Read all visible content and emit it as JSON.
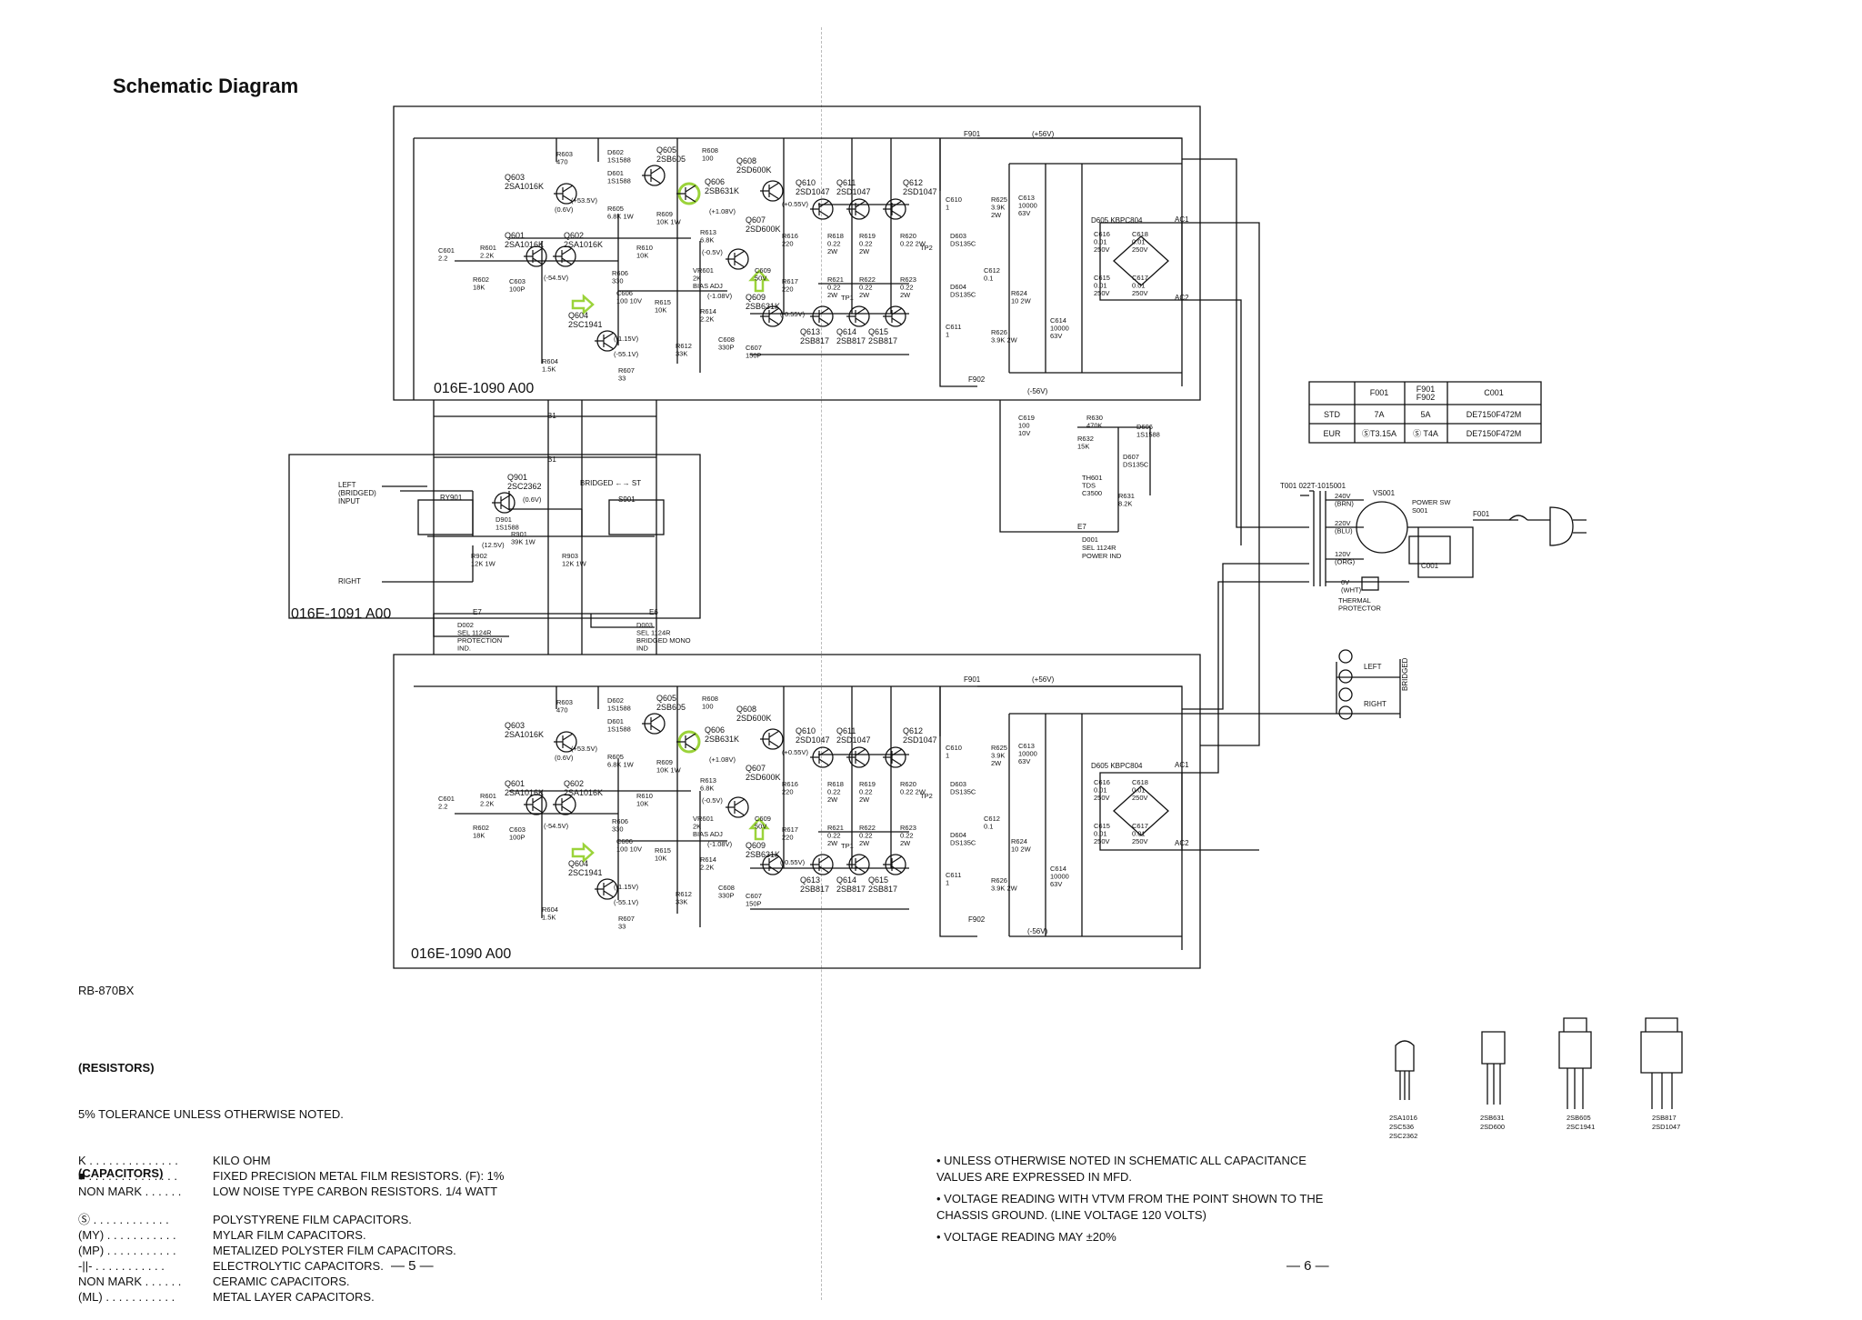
{
  "title": "Schematic Diagram",
  "page_left": "— 5 —",
  "page_right": "— 6 —",
  "model": "RB-870BX",
  "boards": {
    "amp_top": "016E-1090 A00",
    "amp_bottom": "016E-1090 A00",
    "input": "016E-1091 A00"
  },
  "components": {
    "q601": [
      "Q601",
      "2SA1016K"
    ],
    "q602": [
      "Q602",
      "2SA1016K"
    ],
    "q603": [
      "Q603",
      "2SA1016K"
    ],
    "q604": [
      "Q604",
      "2SC1941"
    ],
    "q605": [
      "Q605",
      "2SB605"
    ],
    "q606": [
      "Q606",
      "2SB631K"
    ],
    "q607": [
      "Q607",
      "2SD600K"
    ],
    "q608": [
      "Q608",
      "2SD600K"
    ],
    "q609": [
      "Q609",
      "2SB631K"
    ],
    "q610": [
      "Q610",
      "2SD1047"
    ],
    "q611": [
      "Q611",
      "2SD1047"
    ],
    "q612": [
      "Q612",
      "2SD1047"
    ],
    "q613": [
      "Q613",
      "2SB817"
    ],
    "q614": [
      "Q614",
      "2SB817"
    ],
    "q615": [
      "Q615",
      "2SB817"
    ],
    "q901": [
      "Q901",
      "2SC2362"
    ],
    "d605": "D605  KBPC804",
    "ry901": "RY901",
    "s901": "S901",
    "d001": [
      "D001",
      "SEL 1124R",
      "POWER IND"
    ],
    "d002": [
      "D002",
      "SEL 1124R",
      "PROTECTION",
      "IND."
    ],
    "d003": [
      "D003",
      "SEL 1124R",
      "BRIDGED MONO",
      "IND"
    ],
    "t001": "T001  022T-1015001",
    "vs001": "VS001",
    "s001": [
      "POWER SW",
      "S001"
    ],
    "f001": "F001",
    "c001": "C001",
    "thermal": [
      "THERMAL",
      "PROTECTOR"
    ],
    "th601": [
      "TH601",
      "TDS",
      "C3500"
    ],
    "f901": "F901",
    "f902": "F902",
    "v_pos": "(+56V)",
    "v_neg": "(-56V)",
    "tap_240": [
      "240V",
      "(BRN)"
    ],
    "tap_220": [
      "220V",
      "(BLU)"
    ],
    "tap_120": [
      "120V",
      "(ORG)"
    ],
    "tap_0": [
      "0V",
      "(WHT)"
    ],
    "left_in": [
      "LEFT",
      "(BRIDGED)",
      "INPUT"
    ],
    "right_in": "RIGHT",
    "bridged_st": "BRIDGED ←→ ST",
    "out_left": "LEFT",
    "out_right": "RIGHT",
    "out_bridged": "BRIDGED",
    "ac1": "AC1",
    "ac2": "AC2",
    "b1": "B1",
    "e7": "E7",
    "e6": "E6",
    "r601": [
      "R601",
      "2.2K"
    ],
    "r602": [
      "R602",
      "18K"
    ],
    "r603": [
      "R603",
      "470"
    ],
    "r604": [
      "R604",
      "1.5K"
    ],
    "r605": [
      "R605",
      "6.8K 1W"
    ],
    "r606": [
      "R606",
      "330"
    ],
    "r607": [
      "R607",
      "33"
    ],
    "r608": [
      "R608",
      "100"
    ],
    "r609": [
      "R609",
      "10K 1W"
    ],
    "r610": [
      "R610",
      "10K"
    ],
    "r612": [
      "R612",
      "33K"
    ],
    "r613": [
      "R613",
      "6.8K"
    ],
    "r614": [
      "R614",
      "2.2K"
    ],
    "r615": [
      "R615",
      "10K"
    ],
    "r616": [
      "R616",
      "220"
    ],
    "r617": [
      "R617",
      "220"
    ],
    "r618": [
      "R618",
      "0.22",
      "2W"
    ],
    "r619": [
      "R619",
      "0.22",
      "2W"
    ],
    "r620": [
      "R620",
      "0.22 2W"
    ],
    "r621": [
      "R621",
      "0.22",
      "2W"
    ],
    "r622": [
      "R622",
      "0.22",
      "2W"
    ],
    "r623": [
      "R623",
      "0.22",
      "2W"
    ],
    "r624": [
      "R624",
      "10 2W"
    ],
    "r625": [
      "R625",
      "3.9K",
      "2W"
    ],
    "r626": [
      "R626",
      "3.9K 2W"
    ],
    "r630": [
      "R630",
      "470K"
    ],
    "r631": [
      "R631",
      "8.2K"
    ],
    "r632": [
      "R632",
      "15K"
    ],
    "r901": [
      "R901",
      "39K 1W"
    ],
    "r902": [
      "R902",
      "12K 1W"
    ],
    "r903": [
      "R903",
      "12K 1W"
    ],
    "c601": [
      "C601",
      "2.2"
    ],
    "c603": [
      "C603",
      "100P"
    ],
    "c606": [
      "C606",
      "100 10V"
    ],
    "c607": [
      "C607",
      "150P"
    ],
    "c608": [
      "C608",
      "330P"
    ],
    "c609": [
      "C609",
      "50V"
    ],
    "c610": [
      "C610",
      "1"
    ],
    "c611": [
      "C611",
      "1"
    ],
    "c612": [
      "C612",
      "0.1"
    ],
    "c613": [
      "C613",
      "10000",
      "63V"
    ],
    "c614": [
      "C614",
      "10000",
      "63V"
    ],
    "c615": [
      "C615",
      "0.01",
      "250V"
    ],
    "c616": [
      "C616",
      "0.01",
      "250V"
    ],
    "c617": [
      "C617",
      "0.01",
      "250V"
    ],
    "c618": [
      "C618",
      "0.01",
      "250V"
    ],
    "c619": [
      "C619",
      "100",
      "10V"
    ],
    "d601": [
      "D601",
      "1S1588"
    ],
    "d602": [
      "D602",
      "1S1588"
    ],
    "d603": [
      "D603",
      "DS135C"
    ],
    "d604": [
      "D604",
      "DS135C"
    ],
    "d606": [
      "D606",
      "1S1588"
    ],
    "d607": [
      "D607",
      "DS135C"
    ],
    "d901": [
      "D901",
      "1S1588"
    ],
    "vr601": [
      "VR601",
      "2K",
      "BIAS ADJ"
    ],
    "tp1": "TP1",
    "tp2": "TP2",
    "v_106": "(0.6V)",
    "v_535": "(+53.5V)",
    "v_545": "(-54.5V)",
    "v_115": "(-1.15V)",
    "v_551": "(-55.1V)",
    "v_108p": "(+1.08V)",
    "v_055p": "(+0.55V)",
    "v_05": "(-0.5V)",
    "v_108n": "(-1.08V)",
    "v_055n": "(-0.55V)",
    "v_06": "(0.6V)",
    "v_125": "(12.5V)"
  },
  "fuse_table": {
    "headers": [
      "",
      "F001",
      "F901\nF902",
      "C001"
    ],
    "rows": [
      [
        "STD",
        "7A",
        "5A",
        "DE7150F472M"
      ],
      [
        "EUR",
        "ⓈT3.15A",
        "Ⓢ T4A",
        "DE7150F472M"
      ]
    ]
  },
  "legend": {
    "res_heading": "(RESISTORS)",
    "res_note": "5% TOLERANCE UNLESS OTHERWISE NOTED.",
    "res_rows": [
      [
        "K . . . . . . . . . . . . . .",
        "KILO OHM"
      ],
      [
        "■ . . . . . . . . . . . . . .",
        "FIXED PRECISION METAL FILM RESISTORS. (F): 1%"
      ],
      [
        "NON MARK . . . . . .",
        "LOW NOISE TYPE CARBON RESISTORS. 1/4 WATT"
      ]
    ],
    "cap_heading": "(CAPACITORS)",
    "cap_rows": [
      [
        "Ⓢ . . . . . . . . . . . .",
        "POLYSTYRENE FILM CAPACITORS."
      ],
      [
        "(MY) . . . . . . . . . . .",
        "MYLAR FILM CAPACITORS."
      ],
      [
        "(MP) . . . . . . . . . . .",
        "METALIZED POLYSTER FILM CAPACITORS."
      ],
      [
        "-||- . . . . . . . . . . .",
        "ELECTROLYTIC CAPACITORS."
      ],
      [
        "NON MARK . . . . . .",
        "CERAMIC CAPACITORS."
      ],
      [
        "(ML) . . . . . . . . . . .",
        "METAL LAYER CAPACITORS."
      ]
    ]
  },
  "notes": [
    "• UNLESS OTHERWISE NOTED IN SCHEMATIC ALL CAPACITANCE VALUES ARE EXPRESSED IN MFD.",
    "• VOLTAGE READING WITH VTVM FROM THE POINT SHOWN TO THE CHASSIS GROUND. (LINE VOLTAGE 120 VOLTS)",
    "• VOLTAGE READING MAY ±20%"
  ],
  "packages": [
    [
      "2SA1016",
      "2SC536",
      "2SC2362"
    ],
    [
      "2SB631",
      "2SD600"
    ],
    [
      "2SB605",
      "2SC1941"
    ],
    [
      "2SB817",
      "2SD1047"
    ]
  ],
  "highlight_color": "#9bd33a"
}
